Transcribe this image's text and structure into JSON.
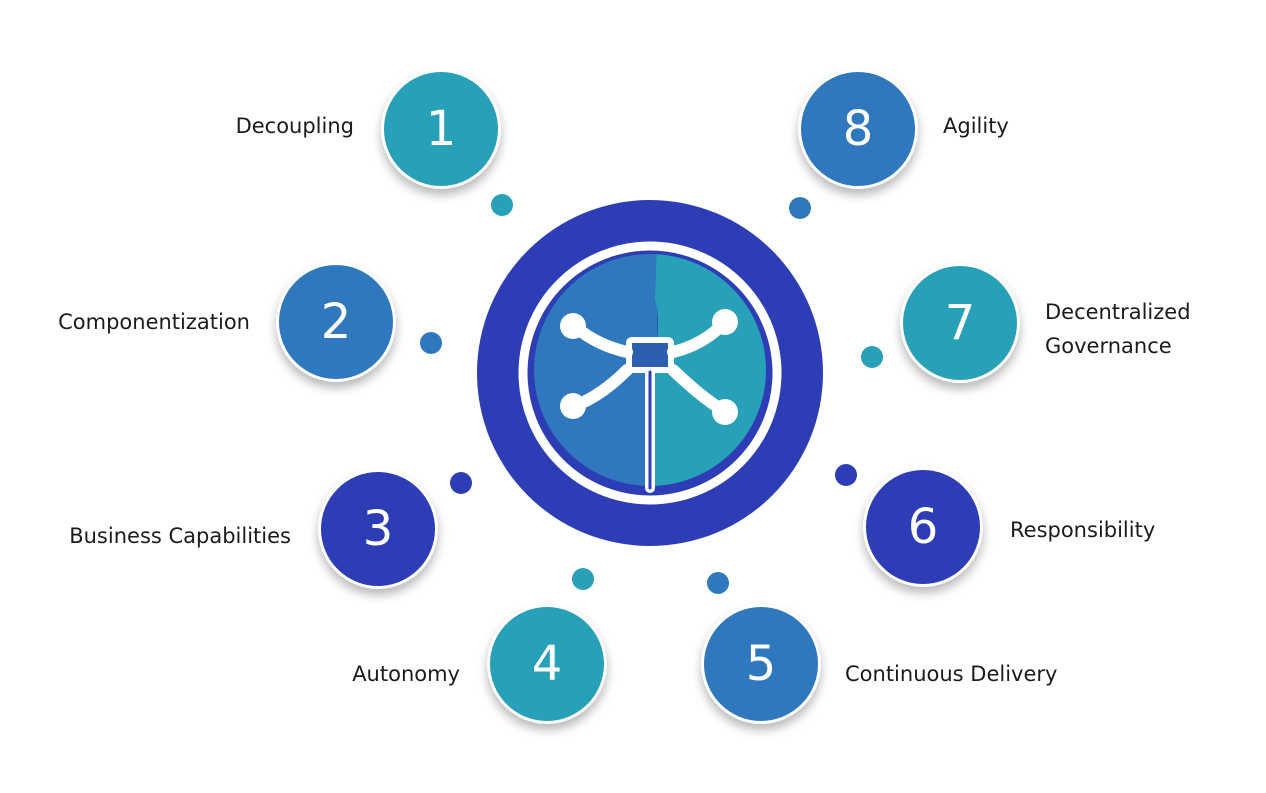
{
  "colors": {
    "teal": "#27a0b8",
    "mid_blue": "#2f78bd",
    "deep_blue": "#2c3db5",
    "ring": "#2c3db5"
  },
  "center": {
    "icon": "microservices-network-icon"
  },
  "items": [
    {
      "number": "1",
      "label": "Decoupling",
      "color": "teal"
    },
    {
      "number": "2",
      "label": "Componentization",
      "color": "mid_blue"
    },
    {
      "number": "3",
      "label": "Business Capabilities",
      "color": "deep_blue"
    },
    {
      "number": "4",
      "label": "Autonomy",
      "color": "teal"
    },
    {
      "number": "5",
      "label": "Continuous Delivery",
      "color": "mid_blue"
    },
    {
      "number": "6",
      "label": "Responsibility",
      "color": "deep_blue"
    },
    {
      "number": "7",
      "label": "Decentralized Governance",
      "color": "teal"
    },
    {
      "number": "8",
      "label": "Agility",
      "color": "mid_blue"
    }
  ]
}
